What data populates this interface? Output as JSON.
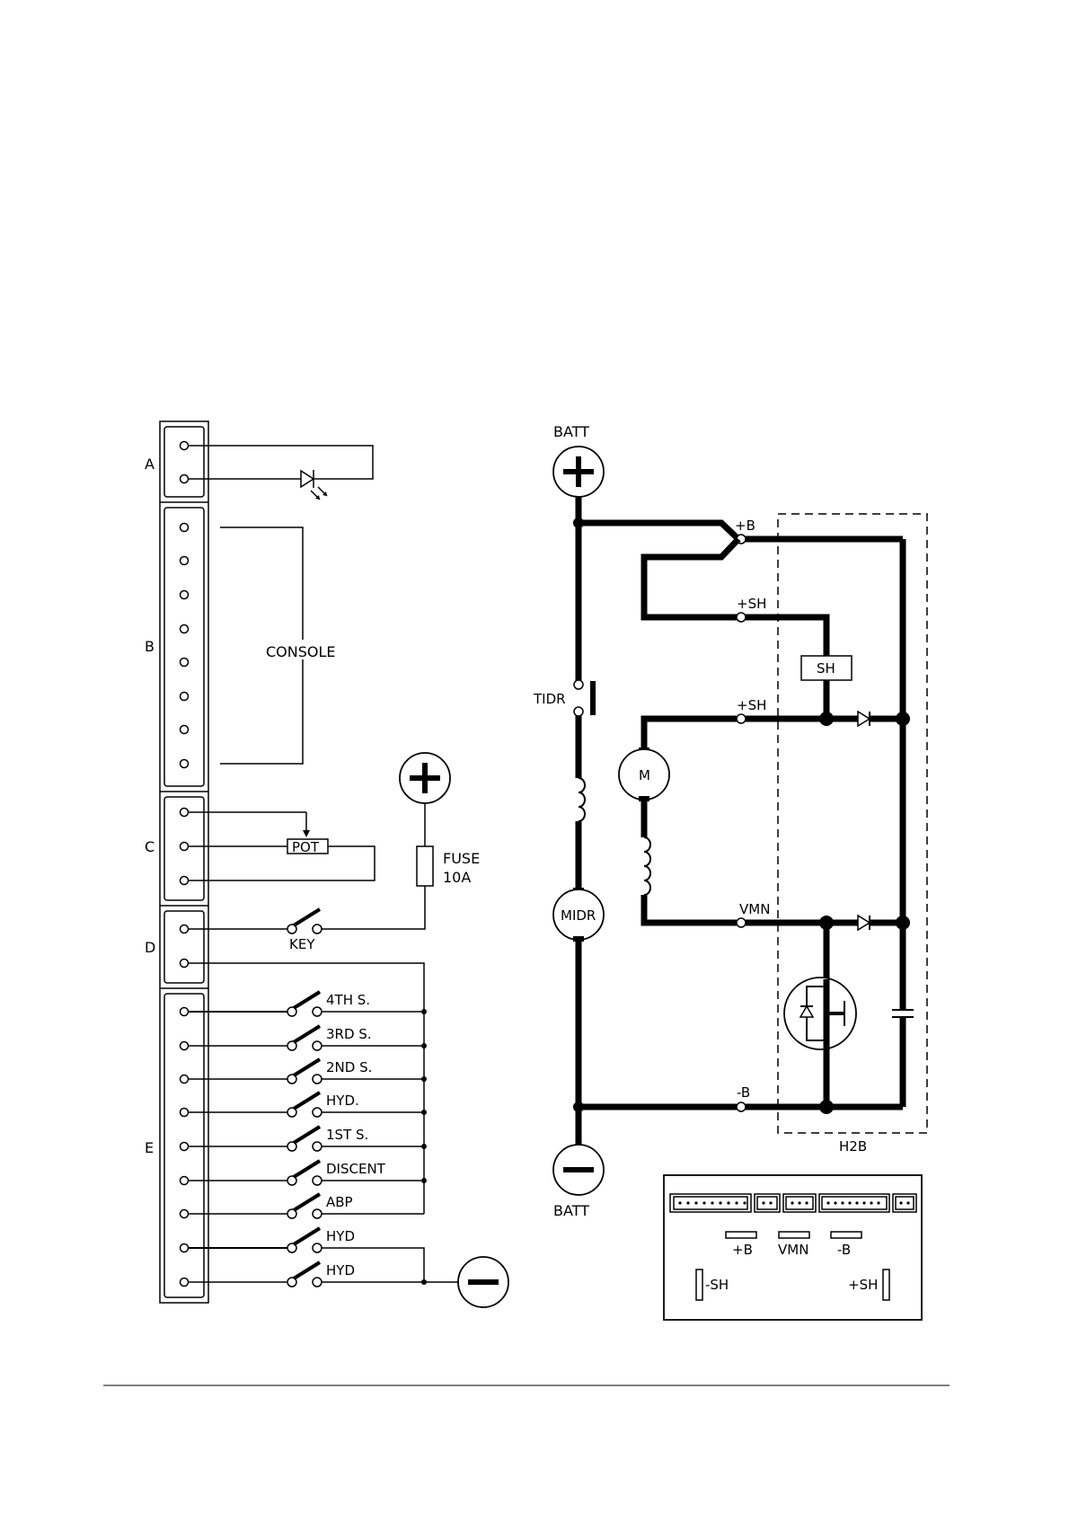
{
  "connector_labels": {
    "a": "A",
    "b": "B",
    "c": "C",
    "d": "D",
    "e": "E"
  },
  "console": "CONSOLE",
  "pot": "POT",
  "key": "KEY",
  "fuse": {
    "line1": "FUSE",
    "line2": "10A"
  },
  "switches": [
    "4TH S.",
    "3RD S.",
    "2ND S.",
    "HYD.",
    "1ST S.",
    "DISCENT",
    "ABP",
    "HYD",
    "HYD"
  ],
  "power": {
    "batt_top": "BATT",
    "batt_bottom": "BATT",
    "tidr": "TIDR",
    "midr": "MIDR",
    "motor": "M",
    "sh_box": "SH",
    "plus_b": "+B",
    "plus_sh_1": "+SH",
    "plus_sh_2": "+SH",
    "vmn": "VMN",
    "minus_b": "-B",
    "h2b": "H2B"
  },
  "board": {
    "plus_b": "+B",
    "vmn": "VMN",
    "minus_b": "-B",
    "minus_sh": "-SH",
    "plus_sh": "+SH"
  }
}
